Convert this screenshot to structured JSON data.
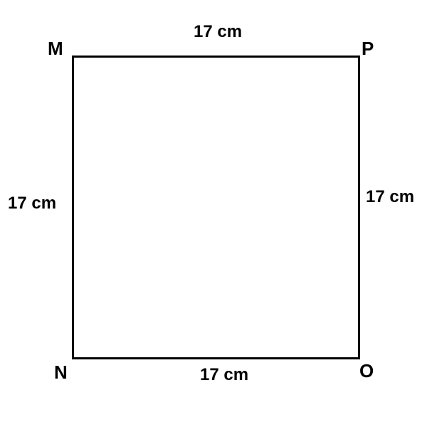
{
  "figure": {
    "vertices": {
      "top_left": "M",
      "top_right": "P",
      "bottom_left": "N",
      "bottom_right": "O"
    },
    "sides": {
      "top": "17 cm",
      "left": "17 cm",
      "right": "17 cm",
      "bottom": "17 cm"
    },
    "colors": {
      "line": "#000000",
      "background": "#ffffff"
    }
  }
}
